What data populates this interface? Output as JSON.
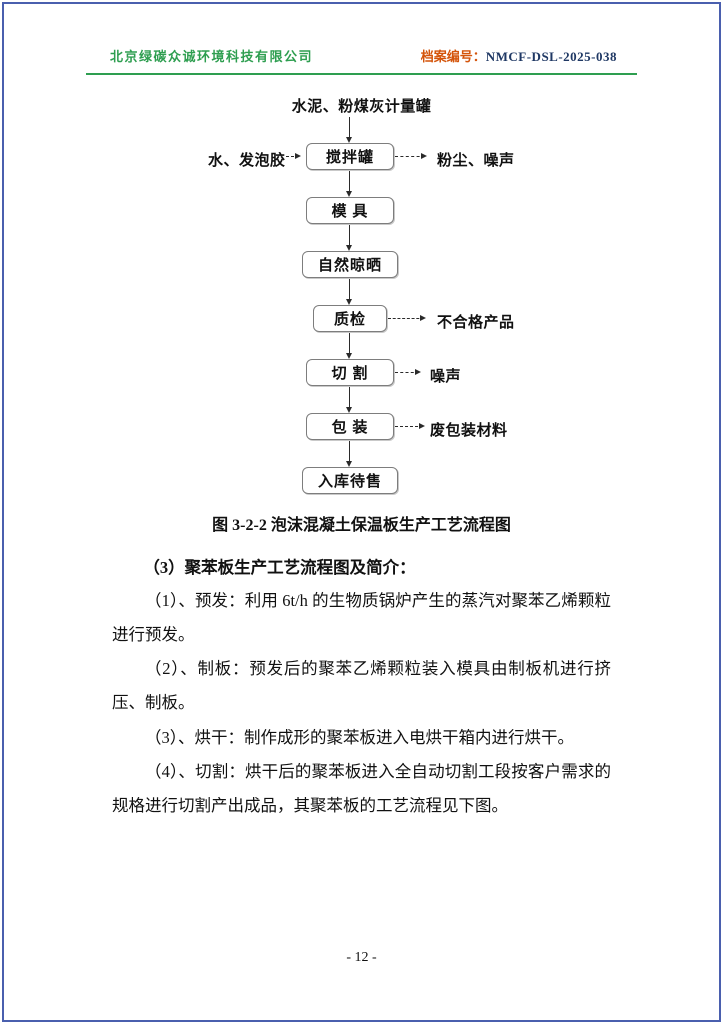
{
  "header": {
    "company": "北京绿碳众诚环境科技有限公司",
    "archive_label": "档案编号：",
    "archive_value": "NMCF-DSL-2025-038"
  },
  "flowchart": {
    "top_source": "水泥、粉煤灰计量罐",
    "left_input": "水、发泡胶",
    "nodes": [
      "搅拌罐",
      "模 具",
      "自然晾晒",
      "质检",
      "切 割",
      "包 装",
      "入库待售"
    ],
    "side_outputs": [
      "粉尘、噪声",
      "不合格产品",
      "噪声",
      "废包装材料"
    ]
  },
  "caption": "图 3-2-2 泡沫混凝土保温板生产工艺流程图",
  "section_heading": "（3）聚苯板生产工艺流程图及简介：",
  "paragraphs": [
    "（1）、预发：利用 6t/h 的生物质锅炉产生的蒸汽对聚苯乙烯颗粒进行预发。",
    "（2）、制板：预发后的聚苯乙烯颗粒装入模具由制板机进行挤压、制板。",
    "（3）、烘干：制作成形的聚苯板进入电烘干箱内进行烘干。",
    "（4）、切割：烘干后的聚苯板进入全自动切割工段按客户需求的规格进行切割产出成品，其聚苯板的工艺流程见下图。"
  ],
  "footer": {
    "page_number": "- 12 -"
  },
  "colors": {
    "company_green": "#2e9e50",
    "archive_orange": "#d4540a",
    "archive_navy": "#1f3864",
    "page_border_blue": "#4a5fae",
    "box_border_gray": "#7d7d7d"
  }
}
